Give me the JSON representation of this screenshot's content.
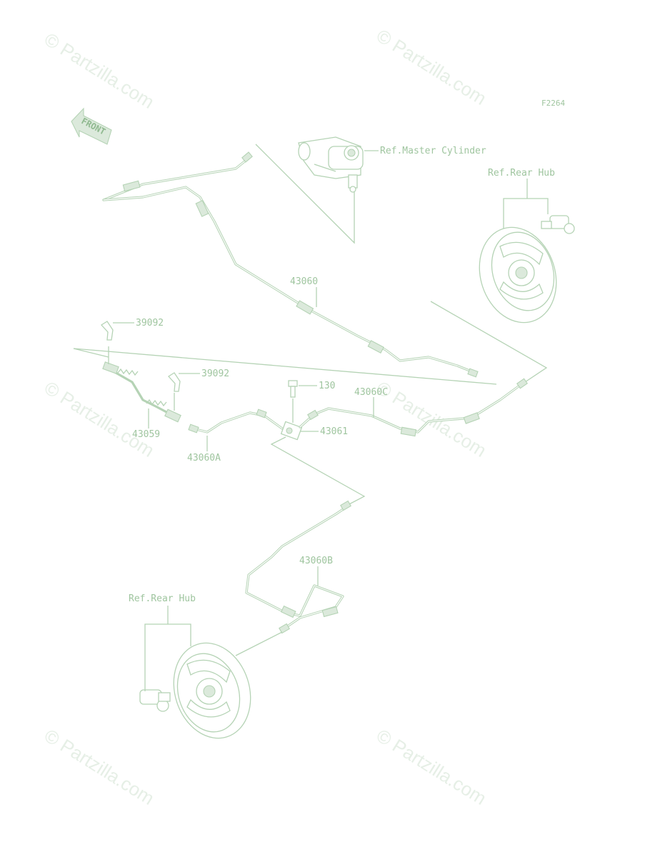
{
  "diagram": {
    "figure_code": "F2264",
    "front_arrow_text": "FRONT",
    "watermarks": [
      "© Partzilla.com",
      "© Partzilla.com",
      "© Partzilla.com",
      "© Partzilla.com",
      "© Partzilla.com",
      "© Partzilla.com"
    ],
    "references": {
      "master_cylinder": "Ref.Master Cylinder",
      "rear_hub_right": "Ref.Rear Hub",
      "rear_hub_left": "Ref.Rear Hub"
    },
    "parts": {
      "p43060": "43060",
      "p39092_a": "39092",
      "p39092_b": "39092",
      "p130": "130",
      "p43060c": "43060C",
      "p43061": "43061",
      "p43059": "43059",
      "p43060a": "43060A",
      "p43060b": "43060B"
    },
    "colors": {
      "line": "#b5d3b5",
      "text": "#9fc59f",
      "watermark": "#e6efe6"
    }
  }
}
